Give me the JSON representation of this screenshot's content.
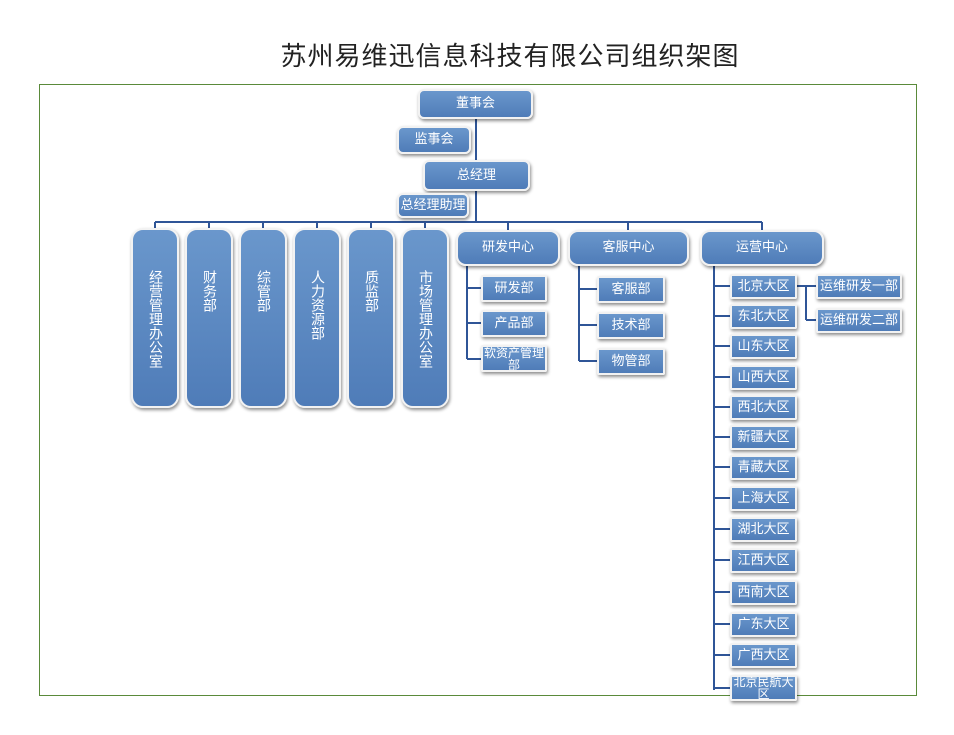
{
  "title": "苏州易维迅信息科技有限公司组织架图",
  "nodes": {
    "board": "董事会",
    "supervisory": "监事会",
    "gm": "总经理",
    "gm_assistant": "总经理助理",
    "admin_office": "经营管理办公室",
    "finance": "财务部",
    "general_mgmt": "综管部",
    "hr": "人力资源部",
    "quality": "质监部",
    "marketing_office": "市场管理办公室",
    "rnd_center": "研发中心",
    "rnd_dept": "研发部",
    "product_dept": "产品部",
    "software_asset": "软资产管理部",
    "service_center": "客服中心",
    "service_dept": "客服部",
    "tech_dept": "技术部",
    "property_dept": "物管部",
    "ops_center": "运营中心",
    "regions": [
      "北京大区",
      "东北大区",
      "山东大区",
      "山西大区",
      "西北大区",
      "新疆大区",
      "青藏大区",
      "上海大区",
      "湖北大区",
      "江西大区",
      "西南大区",
      "广东大区",
      "广西大区",
      "北京民航大区"
    ],
    "ops_rnd_1": "运维研发一部",
    "ops_rnd_2": "运维研发二部"
  }
}
